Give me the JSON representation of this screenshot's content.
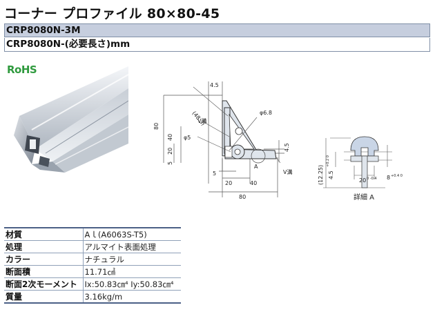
{
  "title": "コーナー プロファイル 80×80-45",
  "codes": {
    "row1": "CRP8080N-3M",
    "row2": "CRP8080N-(必要長さ)mm"
  },
  "logo": "RoHS",
  "drawing": {
    "dim_4_5_top": "4.5",
    "dim_48_3": "(48.3)",
    "v_groove_1": "V溝",
    "dim_80": "80",
    "dim_40": "40",
    "dim_20": "20",
    "dim_5": "5",
    "phi_6_8": "φ6.8",
    "phi_5": "φ5",
    "dim_4_5_right": "4.5",
    "mark_a": "A",
    "v_groove_2": "V溝",
    "bottom_5": "5",
    "bottom_20": "20",
    "bottom_40": "40",
    "bottom_80": "80"
  },
  "detail": {
    "label": "詳細 A",
    "dim_12_25": "(12.25)",
    "dim_4_5": "4.5",
    "dim_4_5_tol": "+0.2 0",
    "dim_20": "20",
    "dim_20_tol": "0 -0.4",
    "dim_8": "8",
    "dim_8_tol": "+0.4 0"
  },
  "specs": [
    {
      "key": "材質",
      "value": "Aｌ(A6063S-T5)"
    },
    {
      "key": "処理",
      "value": "アルマイト表面処理"
    },
    {
      "key": "カラー",
      "value": "ナチュラル"
    },
    {
      "key": "断面積",
      "value": "11.71㎠"
    },
    {
      "key": "断面2次モーメント",
      "value": "Ix:50.83㎝⁴  Iy:50.83㎝⁴"
    },
    {
      "key": "質量",
      "value": "3.16kg/m"
    }
  ]
}
